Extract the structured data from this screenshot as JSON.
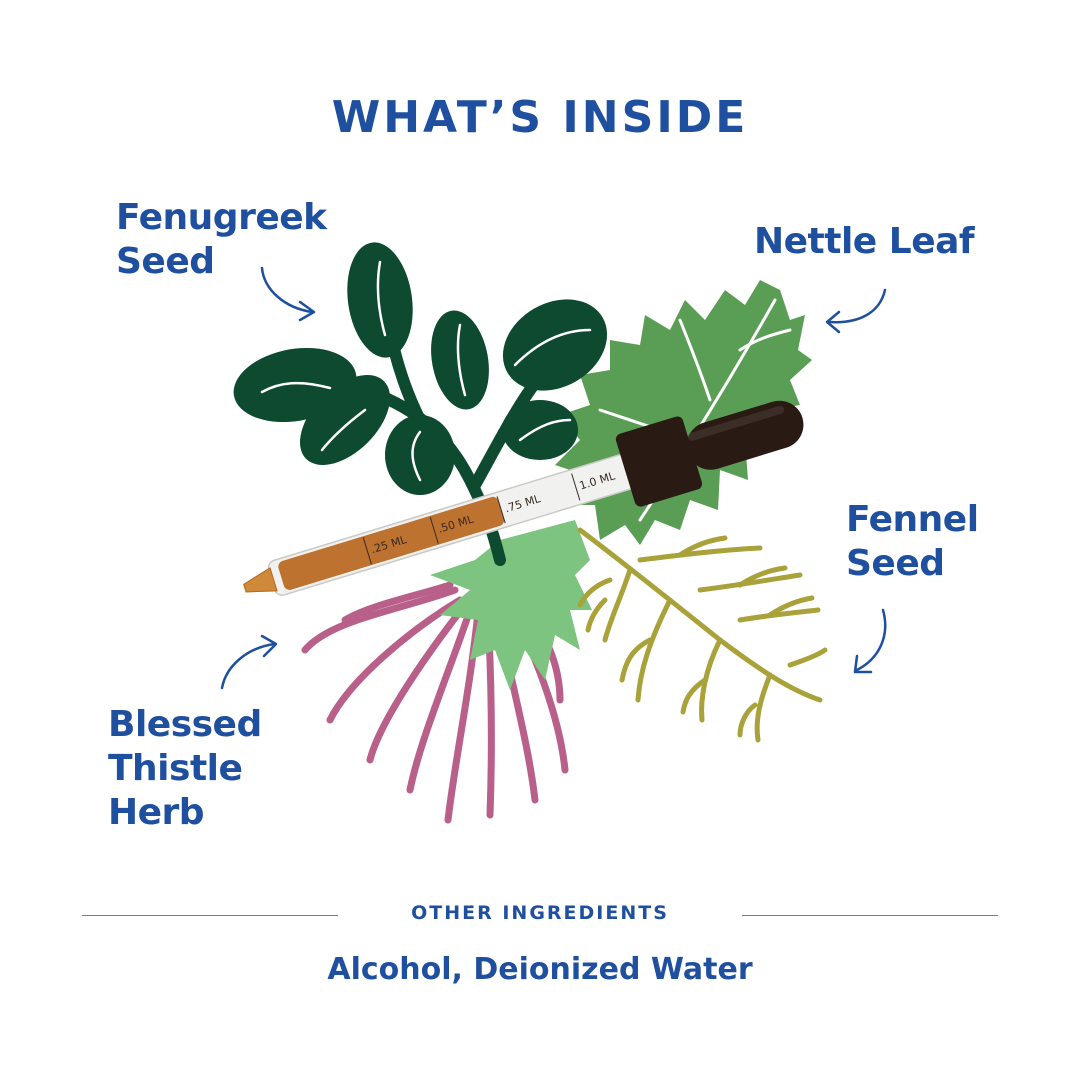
{
  "title": "WHAT’S INSIDE",
  "ingredients": [
    {
      "lines": [
        "Fenugreek",
        "Seed"
      ]
    },
    {
      "lines": [
        "Nettle Leaf"
      ]
    },
    {
      "lines": [
        "Fennel",
        "Seed"
      ]
    },
    {
      "lines": [
        "Blessed",
        "Thistle",
        "Herb"
      ]
    }
  ],
  "dropper": {
    "markings": [
      "1.0 ML",
      ".75 ML",
      ".50 ML",
      ".25 ML"
    ]
  },
  "other": {
    "heading": "OTHER INGREDIENTS",
    "value": "Alcohol, Deionized Water"
  },
  "colors": {
    "text": "#1f4f9f",
    "fenugreek": "#0d4a2f",
    "nettle": "#5a9e55",
    "thistle_leaf": "#7cc47f",
    "thistle_root": "#b8608a",
    "fennel": "#a9a23a",
    "dropper_cap": "#2a1a14",
    "tincture": "#b8671f"
  }
}
